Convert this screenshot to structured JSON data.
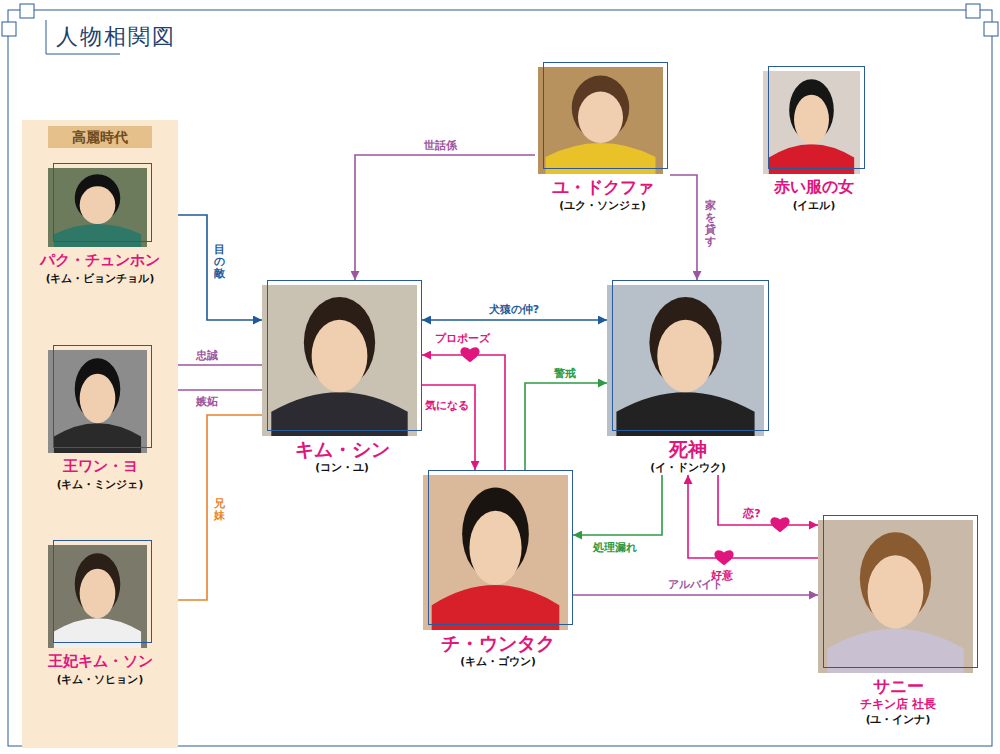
{
  "diagram": {
    "title": "人物相関図",
    "nodes": [
      {
        "text": [
          "ユ・ドクファ",
          "(ユク・ソンジェ)"
        ]
      },
      {
        "text": [
          "赤い服の女",
          "(イエル)"
        ]
      },
      {
        "text": [
          "高麗時代"
        ]
      },
      {
        "text": [
          "パク・チュンホン",
          "(キム・ビョンチョル)"
        ],
        "in": 2
      },
      {
        "text": [
          "王ワン・ヨ",
          "(キム・ミンジェ)"
        ],
        "in": 2
      },
      {
        "text": [
          "王妃キム・ソン",
          "(キム・ソヒョン)"
        ],
        "in": 2
      },
      {
        "text": [
          "キム・シン",
          "(コン・ユ)"
        ]
      },
      {
        "text": [
          "死神",
          "(イ・ドンウク)"
        ]
      },
      {
        "text": [
          "チ・ウンタク",
          "(キム・ゴウン)"
        ]
      },
      {
        "text": [
          "サニー",
          "チキン店 社長",
          "(ユ・インナ)"
        ]
      }
    ],
    "edges": [
      {
        "from": 3,
        "to": 6,
        "label": "目の敵",
        "arrow": "to"
      },
      {
        "from": 4,
        "to": 6,
        "label": "忠誠",
        "arrow": "none"
      },
      {
        "from": 4,
        "to": 6,
        "label": "嫉妬",
        "arrow": "none"
      },
      {
        "from": 5,
        "to": 6,
        "label": "兄妹",
        "arrow": "none"
      },
      {
        "from": 0,
        "to": 6,
        "label": "世話係",
        "arrow": "to"
      },
      {
        "from": 0,
        "to": 7,
        "label": "家を貸す",
        "arrow": "to"
      },
      {
        "from": 6,
        "to": 7,
        "label": "犬猿の仲?",
        "arrow": "both"
      },
      {
        "from": 8,
        "to": 6,
        "label": "プロポーズ",
        "arrow": "to"
      },
      {
        "from": 6,
        "to": 8,
        "label": "気になる",
        "arrow": "to"
      },
      {
        "from": 8,
        "to": 7,
        "label": "警戒",
        "arrow": "to"
      },
      {
        "from": 7,
        "to": 8,
        "label": "処理漏れ",
        "arrow": "to"
      },
      {
        "from": 8,
        "to": 9,
        "label": "アルバイト",
        "arrow": "to"
      },
      {
        "from": 7,
        "to": 9,
        "label": "恋?",
        "arrow": "to"
      },
      {
        "from": 9,
        "to": 7,
        "label": "好意",
        "arrow": "to"
      }
    ]
  }
}
